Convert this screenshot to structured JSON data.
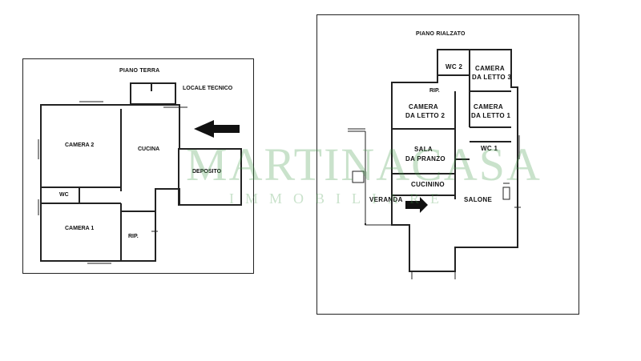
{
  "left_plan": {
    "title": "PIANO TERRA",
    "rooms": {
      "locale_tecnico": "LOCALE TECNICO",
      "camera2": "CAMERA 2",
      "cucina": "CUCINA",
      "deposito": "DEPOSITO",
      "wc": "WC",
      "camera1": "CAMERA 1",
      "rip": "RIP."
    }
  },
  "right_plan": {
    "title": "PIANO RIALZATO",
    "rooms": {
      "wc2": "WC 2",
      "camera3_a": "CAMERA",
      "camera3_b": "DA LETTO 3",
      "rip": "RIP.",
      "camera2_a": "CAMERA",
      "camera2_b": "DA LETTO 2",
      "camera1_a": "CAMERA",
      "camera1_b": "DA LETTO 1",
      "sala_a": "SALA",
      "sala_b": "DA PRANZO",
      "wc1": "WC 1",
      "cucinino": "CUCININO",
      "veranda": "VERANDA",
      "salone": "SALONE"
    }
  },
  "watermark": {
    "main": "MARTINACASA",
    "sub": "IMMOBILIARE",
    "color": "#3c9646"
  }
}
